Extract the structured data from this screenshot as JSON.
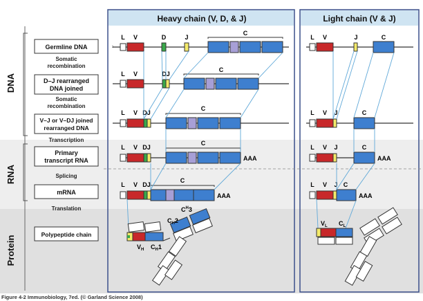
{
  "headers": {
    "heavy": "Heavy chain (V, D, & J)",
    "light": "Light chain (V & J)"
  },
  "sections": {
    "dna": "DNA",
    "rna": "RNA",
    "protein": "Protein"
  },
  "stage_boxes": {
    "germline": "Germline DNA",
    "dj_line1": "D–J rearranged",
    "dj_line2": "DNA joined",
    "vdj_line1": "V–J or V–DJ joined",
    "vdj_line2": "rearranged DNA",
    "primary_line1": "Primary",
    "primary_line2": "transcript RNA",
    "mrna": "mRNA",
    "polypeptide": "Polypeptide chain"
  },
  "steps": {
    "somatic1_line1": "Somatic",
    "somatic1_line2": "recombination",
    "somatic2_line1": "Somatic",
    "somatic2_line2": "recombination",
    "transcription": "Transcription",
    "splicing": "Splicing",
    "translation": "Translation"
  },
  "gene_labels": {
    "L": "L",
    "V": "V",
    "D": "D",
    "J": "J",
    "C": "C",
    "DJ": "DJ",
    "AAA": "AAA",
    "VH": "V",
    "VH_sub": "H",
    "CH1": "C",
    "CH1_sub": "H",
    "CH1_num": "1",
    "CH2": "C",
    "CH2_sub": "H",
    "CH2_num": "2",
    "CH3": "C",
    "CH3_sub": "H",
    "CH3_num": "3",
    "VL": "V",
    "VL_sub": "L",
    "CL": "C",
    "CL_sub": "L"
  },
  "caption": "Figure 4-2  Immunobiology, 7ed. (© Garland Science 2008)",
  "colors": {
    "v_segment": "#c8282a",
    "d_segment": "#3aa84a",
    "j_segment": "#f4ea6a",
    "c_exon": "#3e7fcf",
    "c_hinge": "#a79fd6",
    "leader": "#ffffff",
    "panel_border": "#3a4f8a",
    "header_bg": "#cfe4f2",
    "connector": "#5fa8d8",
    "dna_band": "#ffffff",
    "rna_band": "#ececec",
    "protein_band": "#dedede"
  }
}
